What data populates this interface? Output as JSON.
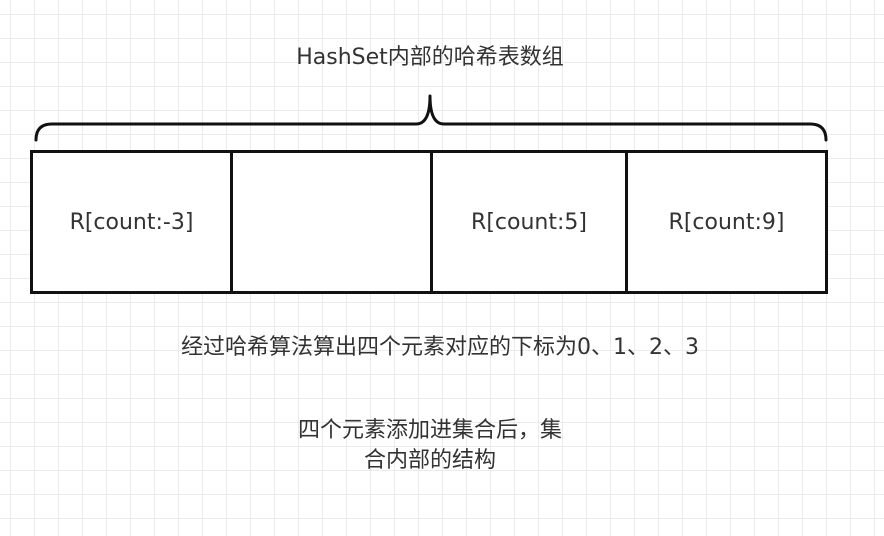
{
  "title": "HashSet内部的哈希表数组",
  "cells": [
    "R[count:-3]",
    "",
    "R[count:5]",
    "R[count:9]"
  ],
  "caption": "经过哈希算法算出四个元素对应的下标为0、1、2、3",
  "note": {
    "line1": "四个元素添加进集合后，集",
    "line2": "合内部的结构"
  },
  "icons": {
    "brace": "curly-brace-icon"
  },
  "colors": {
    "line": "#111111",
    "text": "#333333",
    "grid": "#ebebeb",
    "background": "#ffffff"
  }
}
